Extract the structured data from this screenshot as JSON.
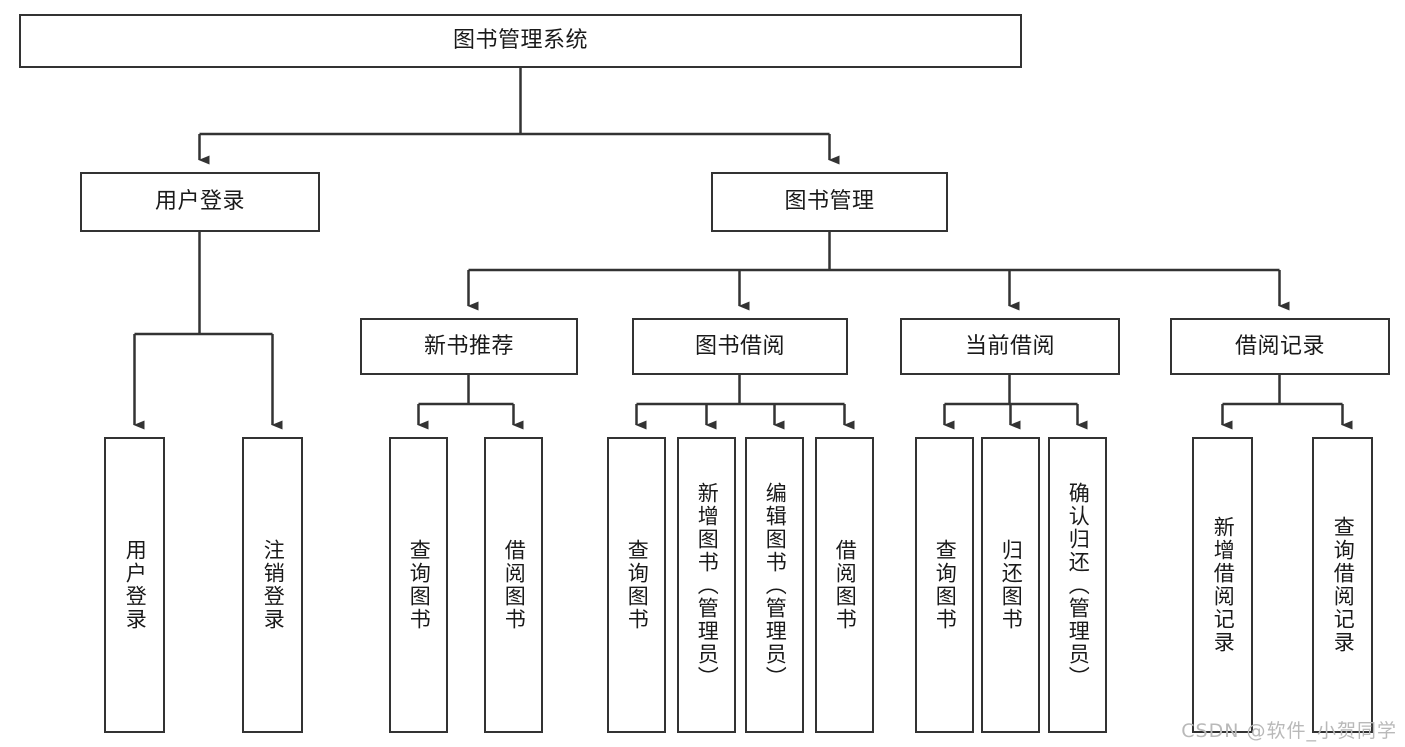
{
  "diagram": {
    "title": "图书管理系统",
    "type": "tree-hierarchy-diagram",
    "watermark": "CSDN @软件_小贺同学",
    "colors": {
      "stroke": "#333333",
      "fill": "#ffffff",
      "text": "#1a1a1a",
      "watermark": "#b9b9b9"
    },
    "nodes": {
      "root": {
        "label": "图书管理系统",
        "level": 0,
        "orientation": "horizontal"
      },
      "level1": [
        {
          "id": "user-login",
          "label": "用户登录",
          "orientation": "horizontal"
        },
        {
          "id": "book-management",
          "label": "图书管理",
          "orientation": "horizontal"
        }
      ],
      "level2": [
        {
          "id": "new-book-recommend",
          "label": "新书推荐",
          "orientation": "horizontal",
          "parent": "book-management"
        },
        {
          "id": "book-borrow",
          "label": "图书借阅",
          "orientation": "horizontal",
          "parent": "book-management"
        },
        {
          "id": "current-borrow",
          "label": "当前借阅",
          "orientation": "horizontal",
          "parent": "book-management"
        },
        {
          "id": "borrow-record",
          "label": "借阅记录",
          "orientation": "horizontal",
          "parent": "book-management"
        }
      ],
      "leaves": {
        "user_login": [
          {
            "id": "leaf-user-login",
            "label": "用户登录"
          },
          {
            "id": "leaf-logout-login",
            "label": "注销登录"
          }
        ],
        "new_book_recommend": [
          {
            "id": "leaf-query-book-1",
            "label": "查询图书"
          },
          {
            "id": "leaf-borrow-book-1",
            "label": "借阅图书"
          }
        ],
        "book_borrow": [
          {
            "id": "leaf-query-book-2",
            "label": "查询图书"
          },
          {
            "id": "leaf-add-book",
            "label": "新增图书（管理员）"
          },
          {
            "id": "leaf-edit-book",
            "label": "编辑图书（管理员）"
          },
          {
            "id": "leaf-borrow-book-2",
            "label": "借阅图书"
          }
        ],
        "current_borrow": [
          {
            "id": "leaf-query-book-3",
            "label": "查询图书"
          },
          {
            "id": "leaf-return-book",
            "label": "归还图书"
          },
          {
            "id": "leaf-confirm-return",
            "label": "确认归还（管理员）"
          }
        ],
        "borrow_record": [
          {
            "id": "leaf-add-borrow-record",
            "label": "新增借阅记录"
          },
          {
            "id": "leaf-query-borrow-record",
            "label": "查询借阅记录"
          }
        ]
      }
    }
  }
}
